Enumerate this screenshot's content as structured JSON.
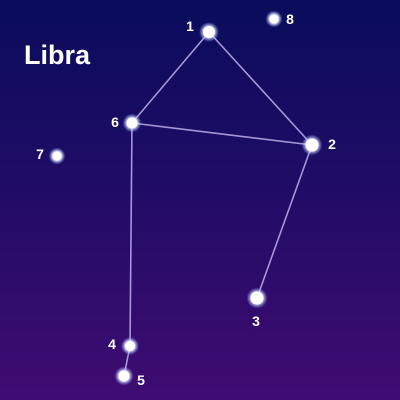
{
  "title": "Libra",
  "colors": {
    "background_top": "#0a0c5c",
    "background_bottom": "#3f0c72",
    "line": "#b6a6e6",
    "star": "#ffffff"
  },
  "stars": [
    {
      "id": "1",
      "label": "1"
    },
    {
      "id": "2",
      "label": "2"
    },
    {
      "id": "3",
      "label": "3"
    },
    {
      "id": "4",
      "label": "4"
    },
    {
      "id": "5",
      "label": "5"
    },
    {
      "id": "6",
      "label": "6"
    },
    {
      "id": "7",
      "label": "7"
    },
    {
      "id": "8",
      "label": "8"
    }
  ],
  "connections": [
    [
      "1",
      "2"
    ],
    [
      "1",
      "6"
    ],
    [
      "6",
      "2"
    ],
    [
      "2",
      "3"
    ],
    [
      "6",
      "4"
    ],
    [
      "4",
      "5"
    ]
  ]
}
